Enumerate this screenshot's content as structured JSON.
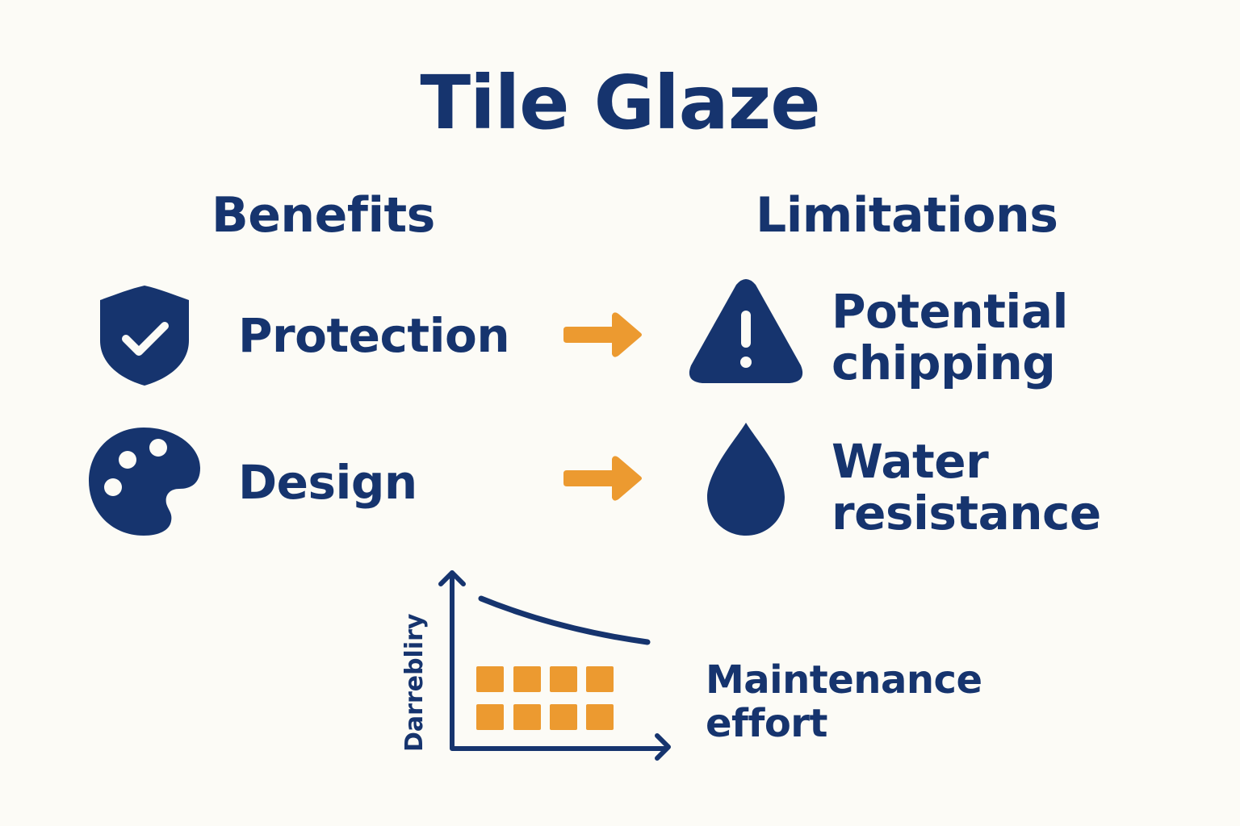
{
  "title": "Tile Glaze",
  "benefits": {
    "heading": "Benefits",
    "items": [
      {
        "label": "Protection",
        "icon": "shield-check-icon"
      },
      {
        "label": "Design",
        "icon": "palette-icon"
      }
    ]
  },
  "limitations": {
    "heading": "Limitations",
    "items": [
      {
        "line1": "Potential",
        "line2": "chipping",
        "icon": "warning-triangle-icon"
      },
      {
        "line1": "Water",
        "line2": "resistance",
        "icon": "water-drop-icon"
      }
    ]
  },
  "arrows": [
    {
      "icon": "arrow-right-icon",
      "color": "#ec9a30"
    },
    {
      "icon": "arrow-right-icon",
      "color": "#ec9a30"
    }
  ],
  "chart": {
    "ylabel": "Darrebliry",
    "xlabel_line1": "Maintenance",
    "xlabel_line2": "effort"
  },
  "colors": {
    "primary": "#16346e",
    "accent": "#ec9a30",
    "background": "#fcfbf6"
  }
}
